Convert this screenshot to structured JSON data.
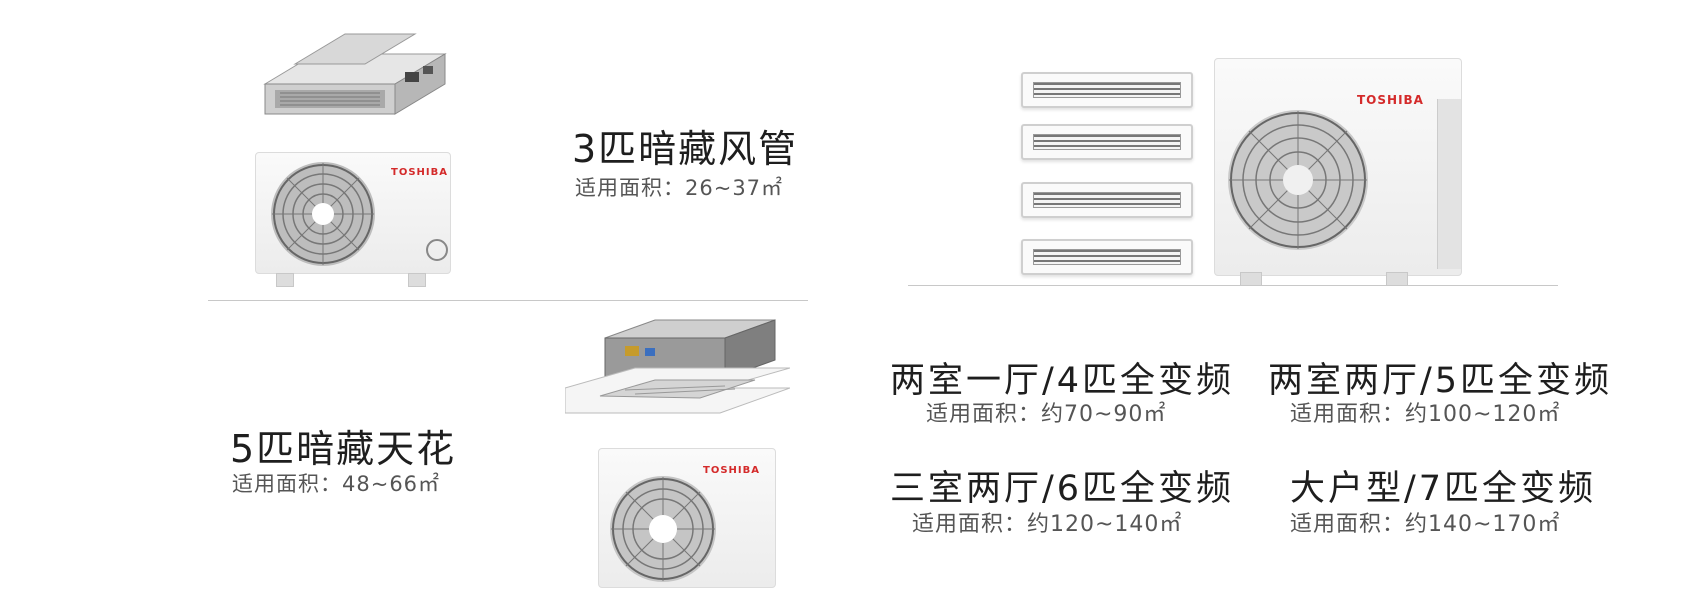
{
  "products": {
    "duct3": {
      "title": "3匹暗藏风管",
      "area": "适用面积：26~37㎡"
    },
    "cassette5": {
      "title": "5匹暗藏天花",
      "area": "适用面积：48~66㎡"
    },
    "multi4": {
      "title": "两室一厅/4匹全变频",
      "area": "适用面积：约70~90㎡"
    },
    "multi5": {
      "title": "两室两厅/5匹全变频",
      "area": "适用面积：约100~120㎡"
    },
    "multi6": {
      "title": "三室两厅/6匹全变频",
      "area": "适用面积：约120~140㎡"
    },
    "multi7": {
      "title": "大户型/7匹全变频",
      "area": "适用面积：约140~170㎡"
    }
  },
  "brand": "TOSHIBA",
  "colors": {
    "brand_red": "#d42a2a",
    "text": "#1e1e1e",
    "subtext": "#555555",
    "divider": "#c8c8c8"
  },
  "icons": [
    "ceiling-duct-unit-icon",
    "cassette-unit-icon",
    "outdoor-unit-icon",
    "vent-grille-icon"
  ]
}
